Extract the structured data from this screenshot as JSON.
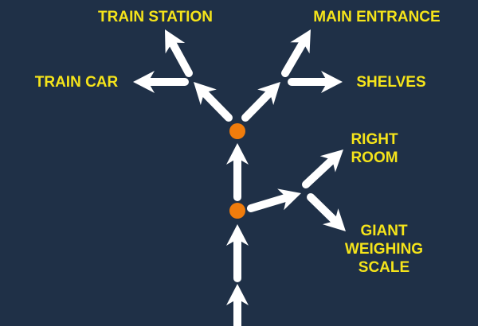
{
  "labels": {
    "train_station": "TRAIN STATION",
    "main_entrance": "MAIN ENTRANCE",
    "train_car": "TRAIN CAR",
    "shelves": "SHELVES",
    "right_room_1": "RIGHT",
    "right_room_2": "ROOM",
    "giant_1": "GIANT",
    "giant_2": "WEIGHING",
    "giant_3": "SCALE"
  },
  "colors": {
    "background": "#1f3047",
    "label": "#f5e41a",
    "node": "#f07c0c",
    "arrow": "#ffffff"
  }
}
